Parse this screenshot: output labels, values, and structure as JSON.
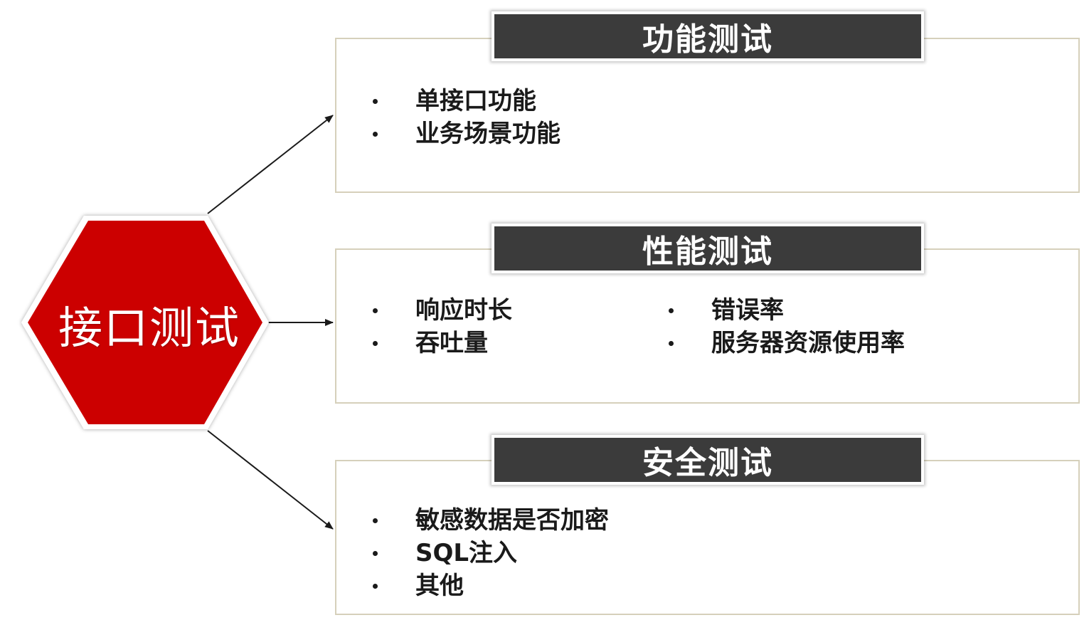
{
  "center": {
    "label": "接口测试",
    "color": "#cc0000"
  },
  "sections": [
    {
      "title": "功能测试",
      "columns": [
        [
          "单接口功能",
          "业务场景功能"
        ]
      ]
    },
    {
      "title": "性能测试",
      "columns": [
        [
          "响应时长",
          "吞吐量"
        ],
        [
          "错误率",
          "服务器资源使用率"
        ]
      ]
    },
    {
      "title": "安全测试",
      "columns": [
        [
          "敏感数据是否加密",
          "SQL注入",
          "其他"
        ]
      ]
    }
  ],
  "colors": {
    "header_bg": "#3b3b3b",
    "panel_border": "#d6d0bb",
    "arrow": "#1a1a1a"
  }
}
